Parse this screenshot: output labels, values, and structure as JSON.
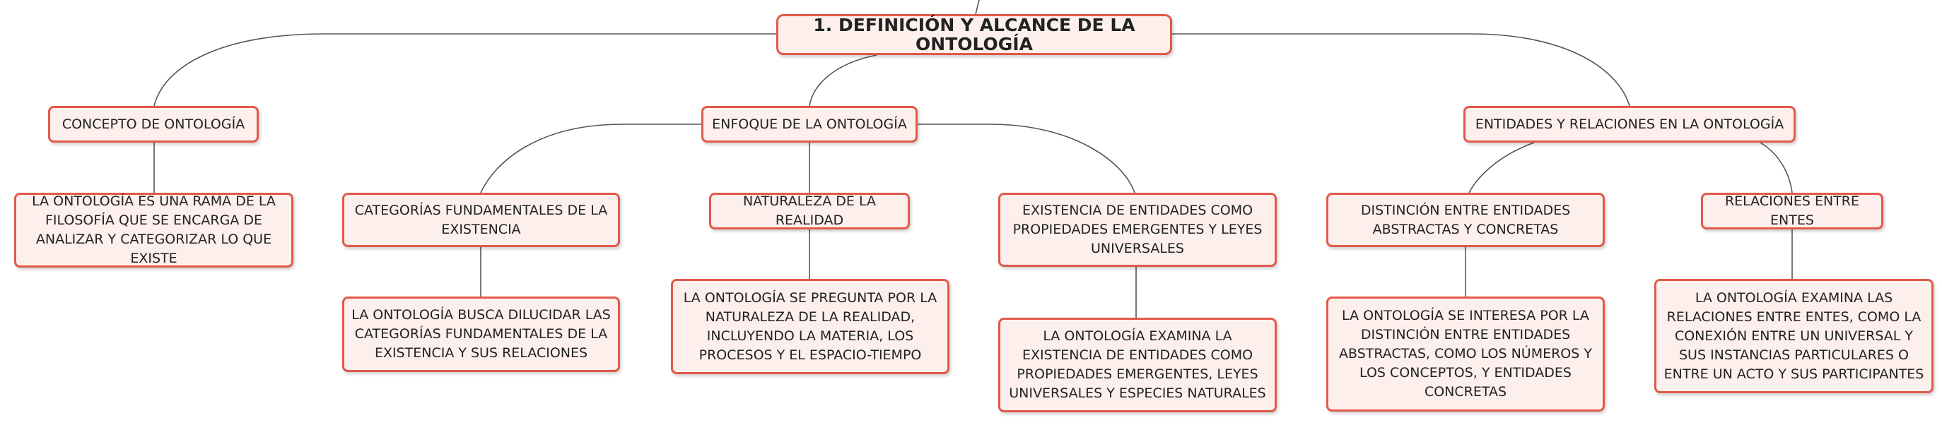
{
  "root": "1. DEFINICIÓN Y ALCANCE DE LA ONTOLOGÍA",
  "concepto": {
    "title": "CONCEPTO DE ONTOLOGÍA",
    "desc": "LA ONTOLOGÍA ES UNA RAMA DE LA FILOSOFÍA QUE SE ENCARGA DE ANALIZAR Y CATEGORIZAR LO QUE EXISTE"
  },
  "enfoque": {
    "title": "ENFOQUE DE LA ONTOLOGÍA",
    "categorias": {
      "title": "CATEGORÍAS FUNDAMENTALES DE LA EXISTENCIA",
      "desc": "LA ONTOLOGÍA BUSCA DILUCIDAR LAS CATEGORÍAS FUNDAMENTALES DE LA EXISTENCIA Y SUS RELACIONES"
    },
    "naturaleza": {
      "title": "NATURALEZA DE LA REALIDAD",
      "desc": "LA ONTOLOGÍA SE PREGUNTA POR LA NATURALEZA DE LA REALIDAD, INCLUYENDO LA MATERIA, LOS PROCESOS Y EL ESPACIO-TIEMPO"
    },
    "existencia": {
      "title": "EXISTENCIA DE ENTIDADES COMO PROPIEDADES EMERGENTES Y LEYES UNIVERSALES",
      "desc": "LA ONTOLOGÍA EXAMINA LA EXISTENCIA DE ENTIDADES COMO PROPIEDADES EMERGENTES, LEYES UNIVERSALES Y ESPECIES NATURALES"
    }
  },
  "entidades": {
    "title": "ENTIDADES Y RELACIONES EN LA ONTOLOGÍA",
    "distincion": {
      "title": "DISTINCIÓN ENTRE ENTIDADES ABSTRACTAS Y CONCRETAS",
      "desc": "LA ONTOLOGÍA SE INTERESA POR LA DISTINCIÓN ENTRE ENTIDADES ABSTRACTAS, COMO LOS NÚMEROS Y LOS CONCEPTOS, Y ENTIDADES CONCRETAS"
    },
    "relaciones": {
      "title": "RELACIONES ENTRE ENTES",
      "desc": "LA ONTOLOGÍA EXAMINA LAS RELACIONES ENTRE ENTES, COMO LA CONEXIÓN ENTRE UN UNIVERSAL Y SUS INSTANCIAS PARTICULARES O ENTRE UN ACTO Y SUS PARTICIPANTES"
    }
  },
  "colors": {
    "border": "#e2594a",
    "fill": "#fdf0ec",
    "line": "#555555"
  }
}
